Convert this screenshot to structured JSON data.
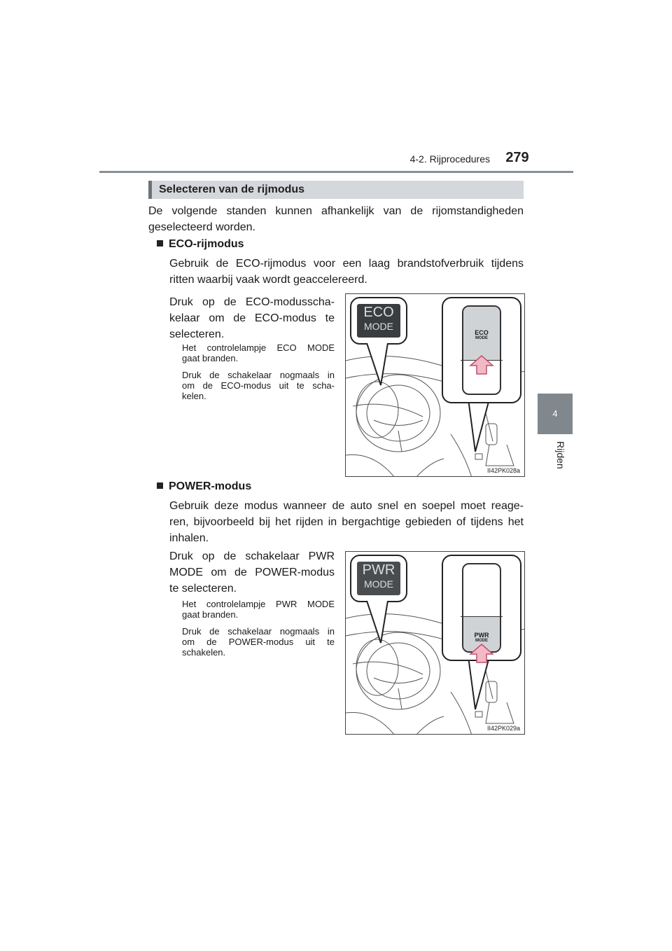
{
  "header": {
    "section": "4-2. Rijprocedures",
    "page_number": "279"
  },
  "side": {
    "chapter_number": "4",
    "chapter_label": "Rijden"
  },
  "section_title": "Selecteren van de rijmodus",
  "intro": [
    "De volgende standen kunnen afhankelijk van de rijomstandigheden",
    "geselecteerd worden."
  ],
  "eco": {
    "title": "ECO-rijmodus",
    "description": [
      "Gebruik de ECO-rijmodus voor een laag brandstofverbruik tijdens",
      "ritten waarbij vaak wordt geaccelereerd."
    ],
    "instruction": [
      "Druk op de ECO-modusscha-",
      "kelaar om de ECO-modus te",
      "selecteren."
    ],
    "note1": [
      "Het controlelampje ECO MODE",
      "gaat branden."
    ],
    "note2": [
      "Druk de schakelaar nogmaals in",
      "om de ECO-modus uit te scha-",
      "kelen."
    ],
    "figure": {
      "indicator_line1": "ECO",
      "indicator_line2": "MODE",
      "button_line1": "ECO",
      "button_line2": "MODE",
      "code": "II42PK028a"
    }
  },
  "power": {
    "title": "POWER-modus",
    "description": [
      "Gebruik deze modus wanneer de auto snel en soepel moet reage-",
      "ren, bijvoorbeeld bij het rijden in bergachtige gebieden of tijdens het",
      "inhalen."
    ],
    "instruction": [
      "Druk op de schakelaar PWR",
      "MODE om de POWER-modus",
      "te selecteren."
    ],
    "note1": [
      "Het controlelampje PWR MODE",
      "gaat branden."
    ],
    "note2": [
      "Druk de schakelaar nogmaals in",
      "om de POWER-modus uit te",
      "schakelen."
    ],
    "figure": {
      "indicator_line1": "PWR",
      "indicator_line2": "MODE",
      "button_line1": "PWR",
      "button_line2": "MODE",
      "code": "II42PK029a"
    }
  },
  "colors": {
    "heading_bg": "#d4d7db",
    "heading_bar": "#6d7378",
    "tab_bg": "#80878d",
    "arrow_fill": "#f2b8c6",
    "arrow_stroke": "#c0506e",
    "rule": "#8a8f94"
  }
}
